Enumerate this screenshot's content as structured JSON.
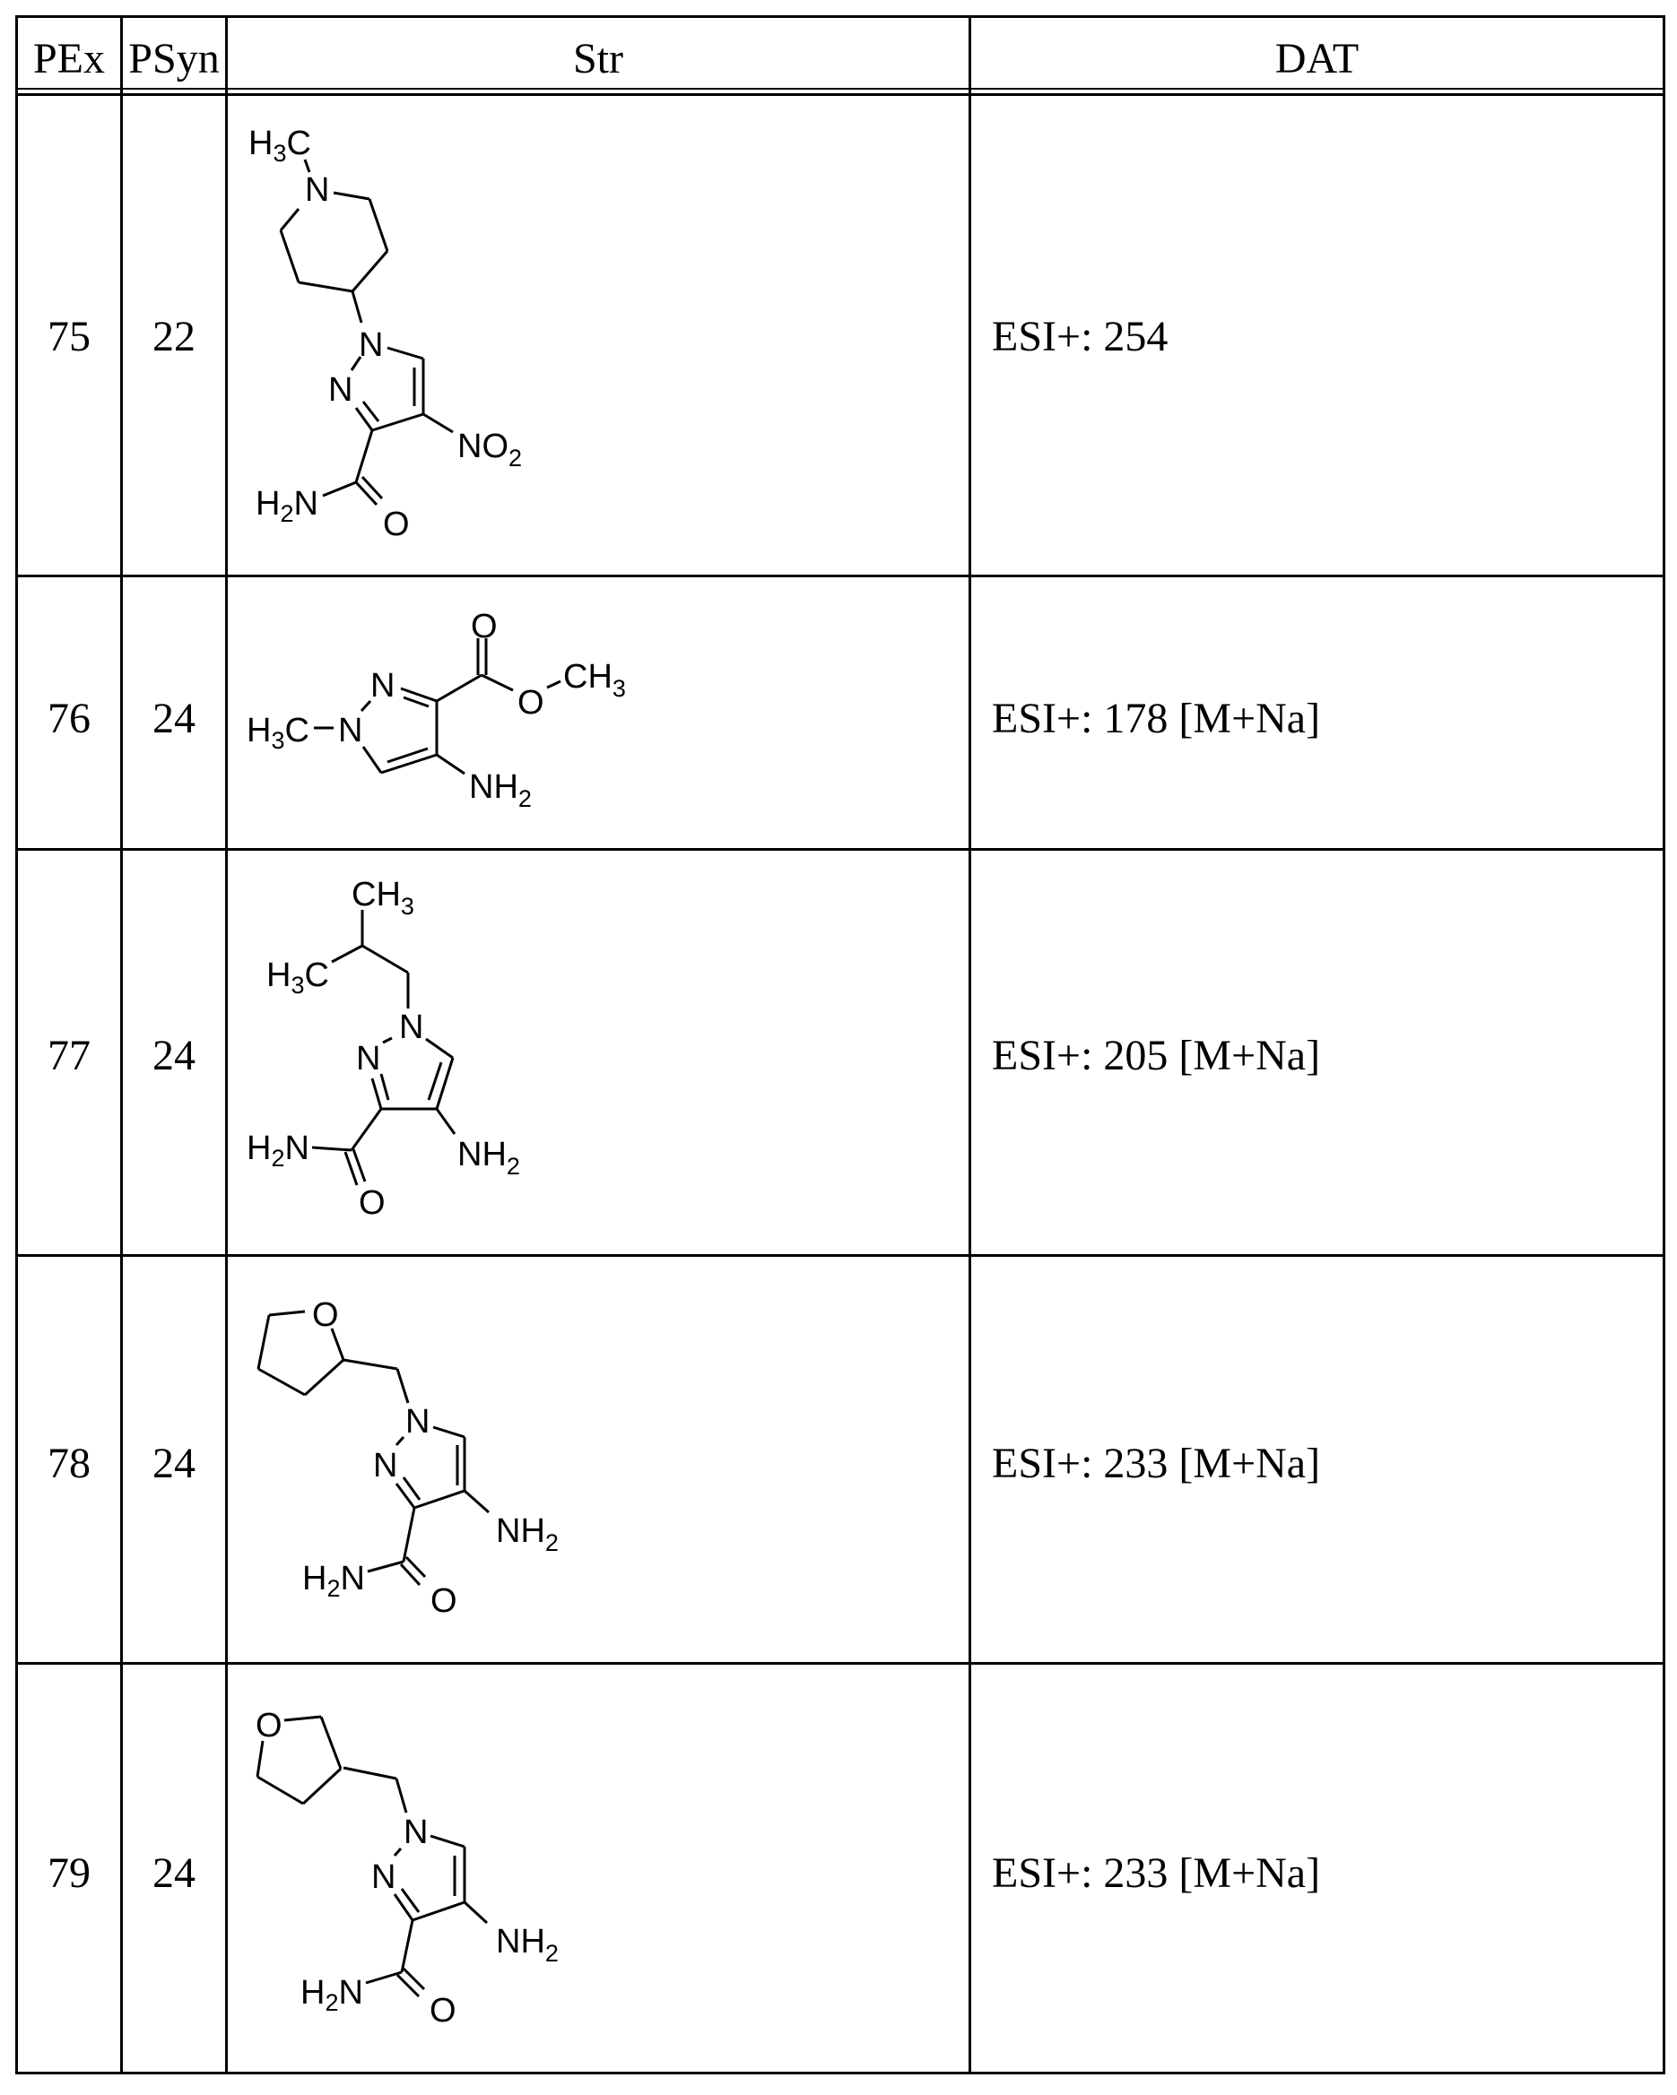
{
  "table": {
    "headers": {
      "pex": "PEx",
      "psyn": "PSyn",
      "str": "Str",
      "dat": "DAT"
    },
    "rows": [
      {
        "pex": "75",
        "psyn": "22",
        "dat": "ESI+: 254",
        "structure": {
          "name": "4-nitro-1-(1-methylpiperidin-4-yl)-1H-pyrazole-3-carboxamide",
          "labels": {
            "h3c": "H",
            "h3c_sub": "3",
            "h3c_c": "C",
            "n_pip": "N",
            "n1": "N",
            "n2": "N",
            "no2_n": "NO",
            "no2_sub": "2",
            "h2n_h": "H",
            "h2n_sub": "2",
            "h2n_n": "N",
            "o": "O"
          }
        }
      },
      {
        "pex": "76",
        "psyn": "24",
        "dat": "ESI+: 178 [M+Na]",
        "structure": {
          "name": "methyl 4-amino-1-methyl-1H-pyrazole-3-carboxylate",
          "labels": {
            "h3c_h": "H",
            "h3c_sub": "3",
            "h3c_c": "C",
            "n1": "N",
            "n2": "N",
            "o_carbonyl": "O",
            "o_ester": "O",
            "ch3": "CH",
            "ch3_sub": "3",
            "nh2": "NH",
            "nh2_sub": "2"
          }
        }
      },
      {
        "pex": "77",
        "psyn": "24",
        "dat": "ESI+: 205 [M+Na]",
        "structure": {
          "name": "4-amino-1-isobutyl-1H-pyrazole-3-carboxamide",
          "labels": {
            "ch3": "CH",
            "ch3_sub": "3",
            "h3c_h": "H",
            "h3c_sub": "3",
            "h3c_c": "C",
            "n1": "N",
            "n2": "N",
            "h2n_h": "H",
            "h2n_sub": "2",
            "h2n_n": "N",
            "o": "O",
            "nh2": "NH",
            "nh2_sub": "2"
          }
        }
      },
      {
        "pex": "78",
        "psyn": "24",
        "dat": "ESI+: 233 [M+Na]",
        "structure": {
          "name": "4-amino-1-(tetrahydrofuran-2-ylmethyl)-1H-pyrazole-3-carboxamide",
          "labels": {
            "o_ring": "O",
            "n1": "N",
            "n2": "N",
            "h2n_h": "H",
            "h2n_sub": "2",
            "h2n_n": "N",
            "o": "O",
            "nh2": "NH",
            "nh2_sub": "2"
          }
        }
      },
      {
        "pex": "79",
        "psyn": "24",
        "dat": "ESI+: 233 [M+Na]",
        "structure": {
          "name": "4-amino-1-(tetrahydrofuran-3-ylmethyl)-1H-pyrazole-3-carboxamide",
          "labels": {
            "o_ring": "O",
            "n1": "N",
            "n2": "N",
            "h2n_h": "H",
            "h2n_sub": "2",
            "h2n_n": "N",
            "o": "O",
            "nh2": "NH",
            "nh2_sub": "2"
          }
        }
      }
    ]
  }
}
